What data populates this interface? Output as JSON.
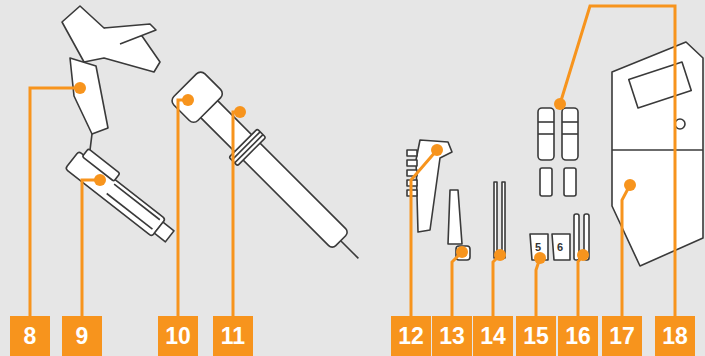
{
  "diagram": {
    "nodes": [
      {
        "text": [
          "8"
        ]
      },
      {
        "text": [
          "9"
        ]
      },
      {
        "text": [
          "10"
        ]
      },
      {
        "text": [
          "11"
        ]
      },
      {
        "text": [
          "12"
        ]
      },
      {
        "text": [
          "13"
        ]
      },
      {
        "text": [
          "14"
        ]
      },
      {
        "text": [
          "15"
        ]
      },
      {
        "text": [
          "16"
        ]
      },
      {
        "text": [
          "17"
        ]
      },
      {
        "text": [
          "18"
        ]
      }
    ],
    "labels": [
      "5",
      "6"
    ]
  }
}
